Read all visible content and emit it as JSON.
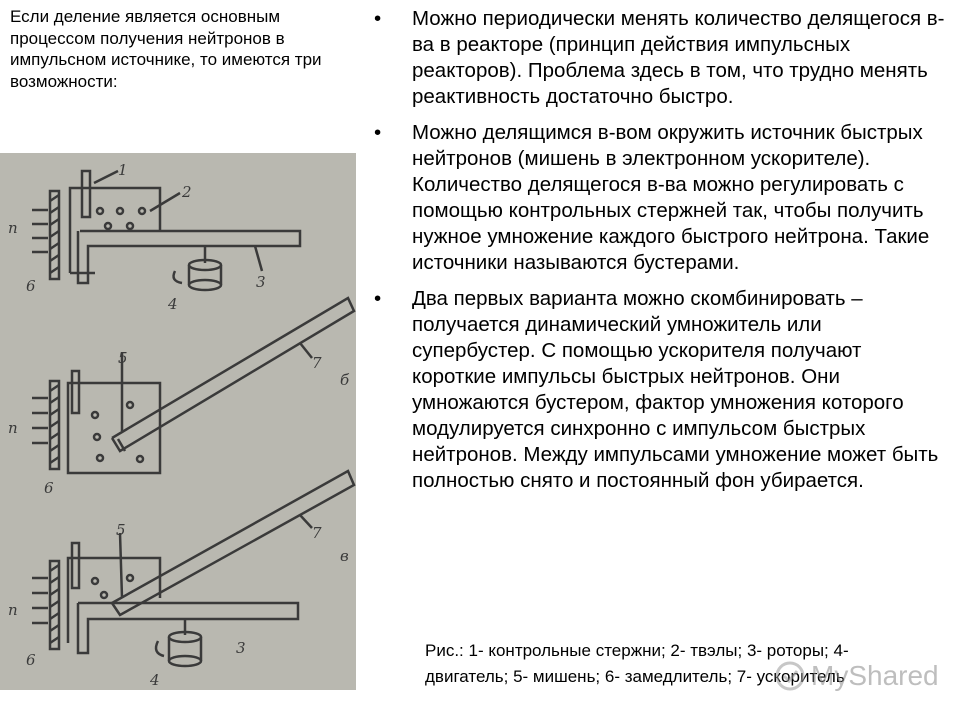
{
  "intro": {
    "text": "Если деление является основным процессом получения нейтронов в импульсном источнике, то имеются три возможности:"
  },
  "bullets": [
    {
      "text": "Можно периодически менять количество делящегося в-ва в реакторе (принцип действия импульсных реакторов). Проблема здесь в том, что трудно менять реактивность достаточно быстро."
    },
    {
      "text": "Можно делящимся в-вом окружить источник быстрых нейтронов (мишень в электронном ускорителе). Количество делящегося в-ва можно регулировать с помощью контрольных стержней так, чтобы получить нужное умножение каждого быстрого нейтрона. Такие источники называются бустерами."
    },
    {
      "text": "Два первых варианта можно скомбинировать – получается динамический умножитель или супербустер. С помощью ускорителя получают короткие импульсы быстрых нейтронов. Они умножаются бустером, фактор умножения которого модулируется синхронно с импульсом быстрых нейтронов. Между импульсами умножение может быть полностью снято и постоянный фон убирается."
    }
  ],
  "bullet_symbol": "•",
  "caption": {
    "text": "Рис.: 1- контрольные стержни; 2- твэлы; 3- роторы; 4- двигатель; 5- мишень; 6- замедлитель; 7- ускоритель"
  },
  "figure": {
    "labels": {
      "l1": "1",
      "l2": "2",
      "l3": "3",
      "l4": "4",
      "l5": "5",
      "l6": "6",
      "l7": "7",
      "n": "n",
      "b": "б",
      "v": "в",
      "l3b": "3",
      "l4b": "4",
      "l5b": "5",
      "l6b": "6",
      "l6c": "6",
      "l7b": "7",
      "nb": "n",
      "nc": "n"
    }
  },
  "watermark": {
    "text": "MyShared"
  },
  "colors": {
    "figure_bg": "#b9b8b0",
    "ink": "#3a3a3a"
  }
}
